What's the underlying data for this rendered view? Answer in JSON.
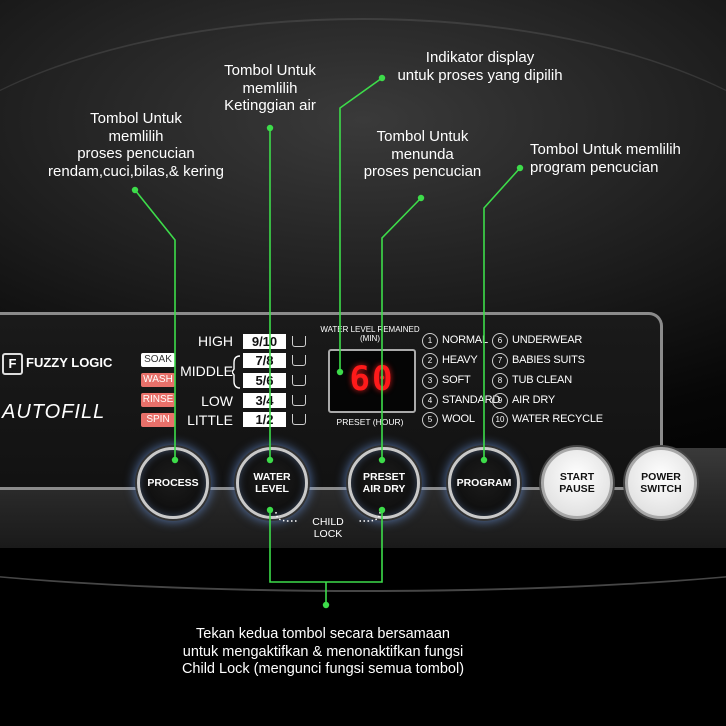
{
  "annotations": {
    "process": [
      "Tombol Untuk",
      "memlilih",
      "proses pencucian",
      "rendam,cuci,bilas,& kering"
    ],
    "water_level": [
      "Tombol Untuk",
      "memlilih",
      "Ketinggian air"
    ],
    "display": [
      "Indikator display",
      "untuk proses yang dipilih"
    ],
    "preset": [
      "Tombol Untuk",
      "menunda",
      "proses pencucian"
    ],
    "program": [
      "Tombol Untuk memlilih",
      "program pencucian"
    ],
    "child_lock": [
      "Tekan kedua tombol secara bersamaan",
      "untuk mengaktifkan & menonaktifkan fungsi",
      "Child Lock (mengunci fungsi semua tombol)"
    ]
  },
  "brand": {
    "logo_letter": "F",
    "fuzzy_logic": "FUZZY LOGIC",
    "autofill": "AUTOFILL"
  },
  "process_badges": [
    {
      "label": "SOAK",
      "lit": false
    },
    {
      "label": "WASH",
      "lit": true
    },
    {
      "label": "RINSE",
      "lit": true
    },
    {
      "label": "SPIN",
      "lit": true
    }
  ],
  "water_levels": [
    {
      "label": "HIGH",
      "value": "9/10"
    },
    {
      "label": "MIDDLE",
      "value": "7/8"
    },
    {
      "label": "",
      "value": "5/6"
    },
    {
      "label": "LOW",
      "value": "3/4"
    },
    {
      "label": "LITTLE",
      "value": "1/2"
    }
  ],
  "display": {
    "label_top": "WATER LEVEL REMAINED (MIN)",
    "value": "60",
    "label_bottom": "PRESET (HOUR)"
  },
  "programs": [
    {
      "num": "1",
      "label": "NORMAL"
    },
    {
      "num": "2",
      "label": "HEAVY"
    },
    {
      "num": "3",
      "label": "SOFT"
    },
    {
      "num": "4",
      "label": "STANDARD"
    },
    {
      "num": "5",
      "label": "WOOL"
    },
    {
      "num": "6",
      "label": "UNDERWEAR"
    },
    {
      "num": "7",
      "label": "BABIES SUITS"
    },
    {
      "num": "8",
      "label": "TUB CLEAN"
    },
    {
      "num": "9",
      "label": "AIR DRY"
    },
    {
      "num": "10",
      "label": "WATER RECYCLE"
    }
  ],
  "buttons": {
    "process": "PROCESS",
    "water_level": "WATER LEVEL",
    "preset_air_dry": "PRESET AIR DRY",
    "program": "PROGRAM",
    "start_pause": "START PAUSE",
    "power_switch": "POWER SWITCH"
  },
  "child_lock_label": "CHILD LOCK",
  "colors": {
    "annotation_line": "#3ddc4a",
    "display_digits": "#ff1a1a",
    "badge_lit": "#e8706a",
    "button_glow": "#78aaff"
  }
}
